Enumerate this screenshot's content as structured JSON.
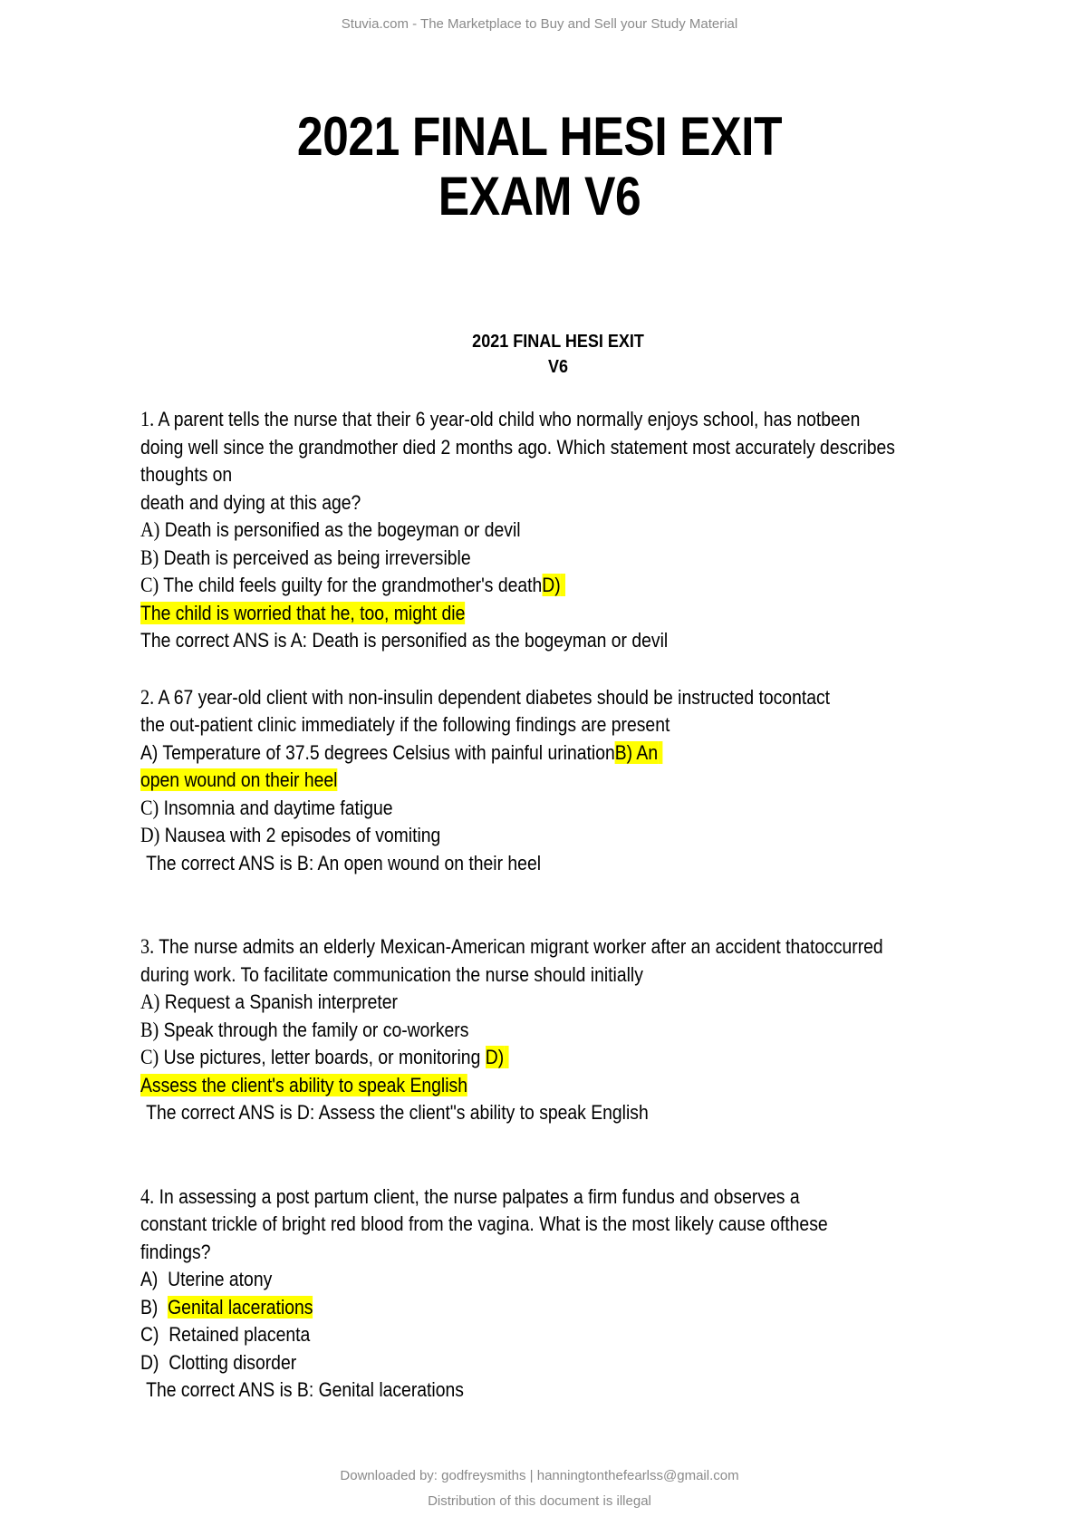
{
  "watermark": "Stuvia.com - The Marketplace to Buy and Sell your Study Material",
  "title": {
    "line1": "2021 FINAL HESI EXIT",
    "line2": "EXAM V6"
  },
  "subtitle": {
    "line1": "2021 FINAL  HESI EXIT",
    "line2": "V6"
  },
  "questions": [
    {
      "number": "1.",
      "lines": [
        "A parent tells the nurse that their 6 year-old child who normally enjoys school, has notbeen",
        "doing well since the grandmother died 2 months ago. Which statement most accurately describes",
        "thoughts on",
        "death and dying at this age?"
      ],
      "optA_letter": "A)",
      "optA": "Death is personified as the bogeyman or devil",
      "optB_letter": "B)",
      "optB": "Death is perceived as being irreversible",
      "optC_letter": "C)",
      "optC": "The child feels guilty for the grandmother's death",
      "optD_start": "D)",
      "optD": "The child is worried that he, too, might die",
      "answer": "The correct ANS is A: Death is personified as the bogeyman or devil"
    },
    {
      "number": "2.",
      "lines": [
        "A 67 year-old client with non-insulin dependent diabetes should be instructed tocontact",
        "the out-patient clinic immediately if the following findings are present"
      ],
      "optA": "A) Temperature of 37.5 degrees Celsius with painful urination",
      "optB_start": "B) An",
      "optB": "open wound on their heel",
      "optC_letter": "C)",
      "optC": "Insomnia and daytime fatigue",
      "optD_letter": "D)",
      "optD": "Nausea with 2 episodes of vomiting",
      "answer": "The correct ANS is B: An open wound on their heel"
    },
    {
      "number": "3.",
      "lines": [
        "The nurse admits an elderly Mexican-American migrant worker after an accident thatoccurred",
        "during work. To facilitate communication the nurse should initially"
      ],
      "optA_letter": "A)",
      "optA": "Request a Spanish interpreter",
      "optB_letter": "B)",
      "optB": "Speak through the family or co-workers",
      "optC_letter": "C)",
      "optC": "Use pictures, letter boards, or monitoring ",
      "optD_start": "D)",
      "optD": "Assess the client's ability to speak English",
      "answer": "The correct ANS is D: Assess the client\"s ability to speak English"
    },
    {
      "number": "4.",
      "lines": [
        "In assessing a post partum client, the nurse palpates a firm fundus and observes a",
        "constant trickle of bright red blood from the vagina. What is the most likely cause ofthese",
        "findings?"
      ],
      "optA_letter": "A)",
      "optA": "Uterine atony",
      "optB_letter": "B)",
      "optB": "Genital lacerations",
      "optC_letter": "C)",
      "optC": "Retained placenta",
      "optD_letter": "D)",
      "optD": "Clotting disorder",
      "answer": "The correct ANS is B: Genital lacerations"
    }
  ],
  "footer": {
    "downloaded": "Downloaded by: godfreysmiths | hanningtonthefearlss@gmail.com",
    "distribution": "Distribution of this document is illegal"
  }
}
